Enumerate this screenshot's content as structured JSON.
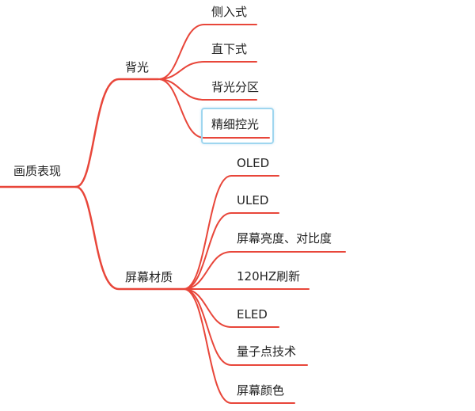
{
  "mindmap": {
    "line_color": "#e8463a",
    "selection_color": "#9fd6ef",
    "root": {
      "label": "画质表现"
    },
    "branches": [
      {
        "label": "背光",
        "children": [
          "侧入式",
          "直下式",
          "背光分区",
          "精细控光"
        ]
      },
      {
        "label": "屏幕材质",
        "children": [
          "OLED",
          "ULED",
          "屏幕亮度、对比度",
          "120HZ刷新",
          "ELED",
          "量子点技术",
          "屏幕颜色"
        ]
      }
    ],
    "selected": "精细控光"
  }
}
